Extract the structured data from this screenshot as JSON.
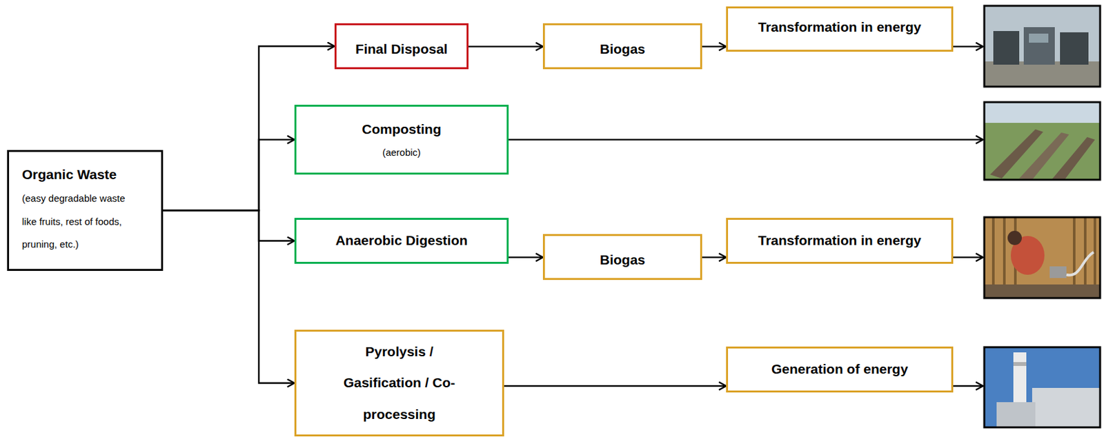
{
  "diagram": {
    "nodes": [
      {
        "text": [
          "Organic Waste",
          "(easy degradable waste like fruits, rest of foods, pruning, etc.)"
        ]
      },
      {
        "text": [
          "Final Disposal"
        ]
      },
      {
        "text": [
          "Biogas"
        ]
      },
      {
        "text": [
          "Transformation in energy"
        ]
      },
      {
        "text": [
          "Composting",
          "(aerobic)"
        ]
      },
      {
        "text": [
          "Anaerobic Digestion"
        ]
      },
      {
        "text": [
          "Biogas"
        ]
      },
      {
        "text": [
          "Transformation in energy"
        ]
      },
      {
        "text": [
          "Pyrolysis / Gasification / Co-processing"
        ]
      },
      {
        "text": [
          "Generation of energy"
        ]
      }
    ],
    "edges": [
      {
        "from": 0,
        "to": 1,
        "arrow": "to"
      },
      {
        "from": 0,
        "to": 4,
        "arrow": "to"
      },
      {
        "from": 0,
        "to": 5,
        "arrow": "to"
      },
      {
        "from": 0,
        "to": 8,
        "arrow": "to"
      },
      {
        "from": 1,
        "to": 2,
        "arrow": "to"
      },
      {
        "from": 2,
        "to": 3,
        "arrow": "to"
      },
      {
        "from": 5,
        "to": 6,
        "arrow": "to"
      },
      {
        "from": 6,
        "to": 7,
        "arrow": "to"
      },
      {
        "from": 8,
        "to": 9,
        "arrow": "to"
      }
    ]
  }
}
